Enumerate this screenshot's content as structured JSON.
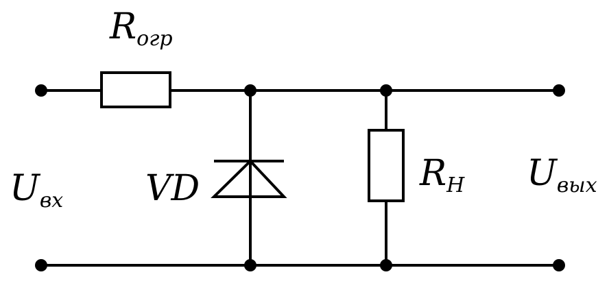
{
  "labels": {
    "r_limit": {
      "main": "R",
      "sub": "огр"
    },
    "r_load": {
      "main": "R",
      "sub": "Н"
    },
    "diode": {
      "main": "VD"
    },
    "u_in": {
      "main": "U",
      "sub": "вх"
    },
    "u_out": {
      "main": "U",
      "sub": "вых"
    }
  },
  "colors": {
    "stroke": "#000000",
    "background": "#ffffff"
  }
}
